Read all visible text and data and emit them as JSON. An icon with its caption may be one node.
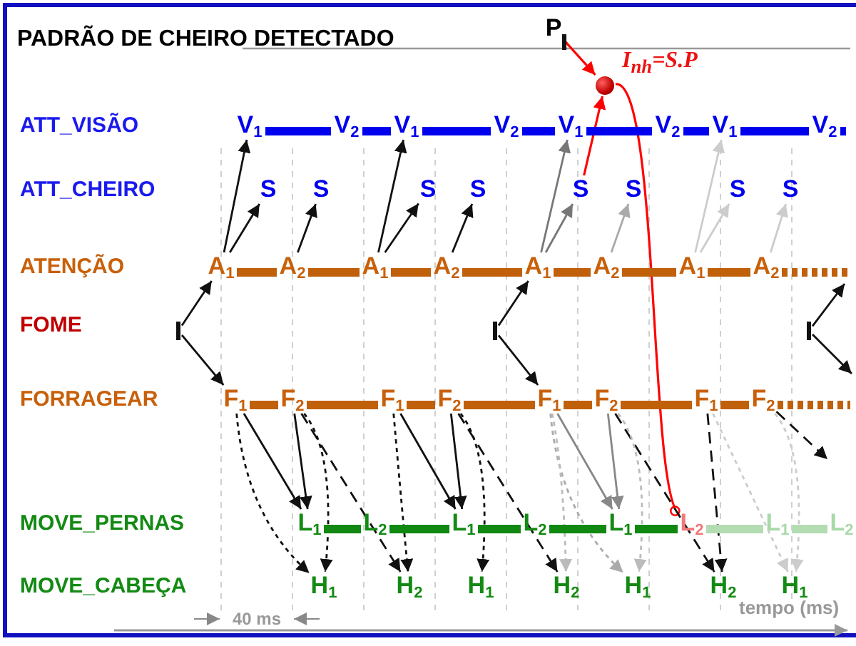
{
  "diagram": {
    "nodes": [
      {
        "text": [
          "P"
        ]
      },
      {
        "text": [],
        "shape": "circle",
        "beside": [
          "I$_{nh}$=S.P"
        ]
      },
      {
        "text": [
          "V$_{1}$"
        ]
      },
      {
        "text": [
          "V$_{2}$"
        ]
      },
      {
        "text": [
          "V$_{1}$"
        ]
      },
      {
        "text": [
          "V$_{2}$"
        ]
      },
      {
        "text": [
          "V$_{1}$"
        ]
      },
      {
        "text": [
          "V$_{2}$"
        ]
      },
      {
        "text": [
          "V$_{1}$"
        ]
      },
      {
        "text": [
          "V$_{2}$"
        ]
      },
      {
        "text": [
          "S"
        ]
      },
      {
        "text": [
          "S"
        ]
      },
      {
        "text": [
          "S"
        ]
      },
      {
        "text": [
          "S"
        ]
      },
      {
        "text": [
          "S"
        ]
      },
      {
        "text": [
          "S"
        ]
      },
      {
        "text": [
          "S"
        ]
      },
      {
        "text": [
          "S"
        ]
      },
      {
        "text": [
          "A$_{1}$"
        ]
      },
      {
        "text": [
          "A$_{2}$"
        ]
      },
      {
        "text": [
          "A$_{1}$"
        ]
      },
      {
        "text": [
          "A$_{2}$"
        ]
      },
      {
        "text": [
          "A$_{1}$"
        ]
      },
      {
        "text": [
          "A$_{2}$"
        ]
      },
      {
        "text": [
          "A$_{1}$"
        ]
      },
      {
        "text": [
          "A$_{2}$"
        ]
      },
      {
        "text": [],
        "shape": "bar"
      },
      {
        "text": [],
        "shape": "bar"
      },
      {
        "text": [],
        "shape": "bar"
      },
      {
        "text": [
          "F$_{1}$"
        ]
      },
      {
        "text": [
          "F$_{2}$"
        ]
      },
      {
        "text": [
          "F$_{1}$"
        ]
      },
      {
        "text": [
          "F$_{2}$"
        ]
      },
      {
        "text": [
          "F$_{1}$"
        ]
      },
      {
        "text": [
          "F$_{2}$"
        ]
      },
      {
        "text": [
          "F$_{1}$"
        ]
      },
      {
        "text": [
          "F$_{2}$"
        ]
      },
      {
        "text": [
          "L$_{1}$"
        ]
      },
      {
        "text": [
          "L$_{2}$"
        ]
      },
      {
        "text": [
          "L$_{1}$"
        ]
      },
      {
        "text": [
          "L$_{2}$"
        ]
      },
      {
        "text": [
          "L$_{1}$"
        ]
      },
      {
        "text": [
          "L$_{2}$"
        ]
      },
      {
        "text": [
          "L$_{1}$"
        ]
      },
      {
        "text": [
          "L$_{2}$"
        ]
      },
      {
        "text": [
          "H$_{1}$"
        ]
      },
      {
        "text": [
          "H$_{2}$"
        ]
      },
      {
        "text": [
          "H$_{1}$"
        ]
      },
      {
        "text": [
          "H$_{2}$"
        ]
      },
      {
        "text": [
          "H$_{1}$"
        ]
      },
      {
        "text": [
          "H$_{2}$"
        ]
      },
      {
        "text": [
          "H$_{1}$"
        ]
      }
    ],
    "edges": [
      {
        "from": 0,
        "to": 1,
        "arrow": "to",
        "color": "#ff0000"
      },
      {
        "from": 14,
        "to": 1,
        "arrow": "to",
        "color": "#ff0000"
      },
      {
        "from": 1,
        "to": 42,
        "arrow": "other",
        "color": "#ff0000"
      },
      {
        "from": 26,
        "to": 18,
        "arrow": "to"
      },
      {
        "from": 26,
        "to": 29,
        "arrow": "to"
      },
      {
        "from": 18,
        "to": 2,
        "arrow": "to"
      },
      {
        "from": 18,
        "to": 10,
        "arrow": "to"
      },
      {
        "from": 19,
        "to": 11,
        "arrow": "to"
      },
      {
        "from": 20,
        "to": 4,
        "arrow": "to"
      },
      {
        "from": 20,
        "to": 12,
        "arrow": "to"
      },
      {
        "from": 21,
        "to": 13,
        "arrow": "to"
      },
      {
        "from": 27,
        "to": 22,
        "arrow": "to"
      },
      {
        "from": 27,
        "to": 33,
        "arrow": "to"
      },
      {
        "from": 22,
        "to": 6,
        "arrow": "to",
        "color": "#777777"
      },
      {
        "from": 22,
        "to": 14,
        "arrow": "to",
        "color": "#777777"
      },
      {
        "from": 23,
        "to": 15,
        "arrow": "to",
        "color": "#aaaaaa"
      },
      {
        "from": 24,
        "to": 8,
        "arrow": "to",
        "color": "#cccccc"
      },
      {
        "from": 24,
        "to": 16,
        "arrow": "to",
        "color": "#cccccc"
      },
      {
        "from": 25,
        "to": 17,
        "arrow": "to",
        "color": "#cccccc"
      },
      {
        "from": 28,
        "to": null,
        "arrow": "to"
      },
      {
        "from": 28,
        "to": null,
        "arrow": "to"
      },
      {
        "from": 29,
        "to": 37,
        "arrow": "to"
      },
      {
        "from": 29,
        "to": 45,
        "arrow": "to",
        "style": "dashed"
      },
      {
        "from": 30,
        "to": 37,
        "arrow": "to"
      },
      {
        "from": 30,
        "to": 45,
        "arrow": "to",
        "style": "dashed"
      },
      {
        "from": 30,
        "to": 46,
        "arrow": "to",
        "style": "dashed"
      },
      {
        "from": 31,
        "to": 39,
        "arrow": "to"
      },
      {
        "from": 31,
        "to": 46,
        "arrow": "to",
        "style": "dashed"
      },
      {
        "from": 32,
        "to": 39,
        "arrow": "to"
      },
      {
        "from": 32,
        "to": 47,
        "arrow": "to",
        "style": "dashed"
      },
      {
        "from": 32,
        "to": 48,
        "arrow": "to",
        "style": "dashed"
      },
      {
        "from": 33,
        "to": 41,
        "arrow": "to",
        "color": "#888888"
      },
      {
        "from": 33,
        "to": 49,
        "arrow": "to",
        "style": "dashed",
        "color": "#aaaaaa"
      },
      {
        "from": 33,
        "to": 48,
        "arrow": "to",
        "style": "dashed",
        "color": "#bbbbbb"
      },
      {
        "from": 34,
        "to": 41,
        "arrow": "to",
        "color": "#888888"
      },
      {
        "from": 34,
        "to": 50,
        "arrow": "to",
        "style": "dashed"
      },
      {
        "from": 34,
        "to": 49,
        "arrow": "to",
        "style": "dashed",
        "color": "#bbbbbb"
      },
      {
        "from": 35,
        "to": 50,
        "arrow": "to",
        "style": "dashed"
      },
      {
        "from": 35,
        "to": 51,
        "arrow": "to",
        "style": "dashed",
        "color": "#cccccc"
      },
      {
        "from": 36,
        "to": null,
        "arrow": "to",
        "style": "dashed"
      },
      {
        "from": 36,
        "to": 51,
        "arrow": "to",
        "style": "dashed",
        "color": "#cccccc"
      }
    ],
    "labels": [
      "PADRÃO DE CHEIRO DETECTADO",
      "ATT_VISÃO",
      "ATT_CHEIRO",
      "ATENÇÃO",
      "FOME",
      "FORRAGEAR",
      "MOVE_PERNAS",
      "MOVE_CABEÇA",
      "40 ms",
      "tempo (ms)"
    ]
  }
}
